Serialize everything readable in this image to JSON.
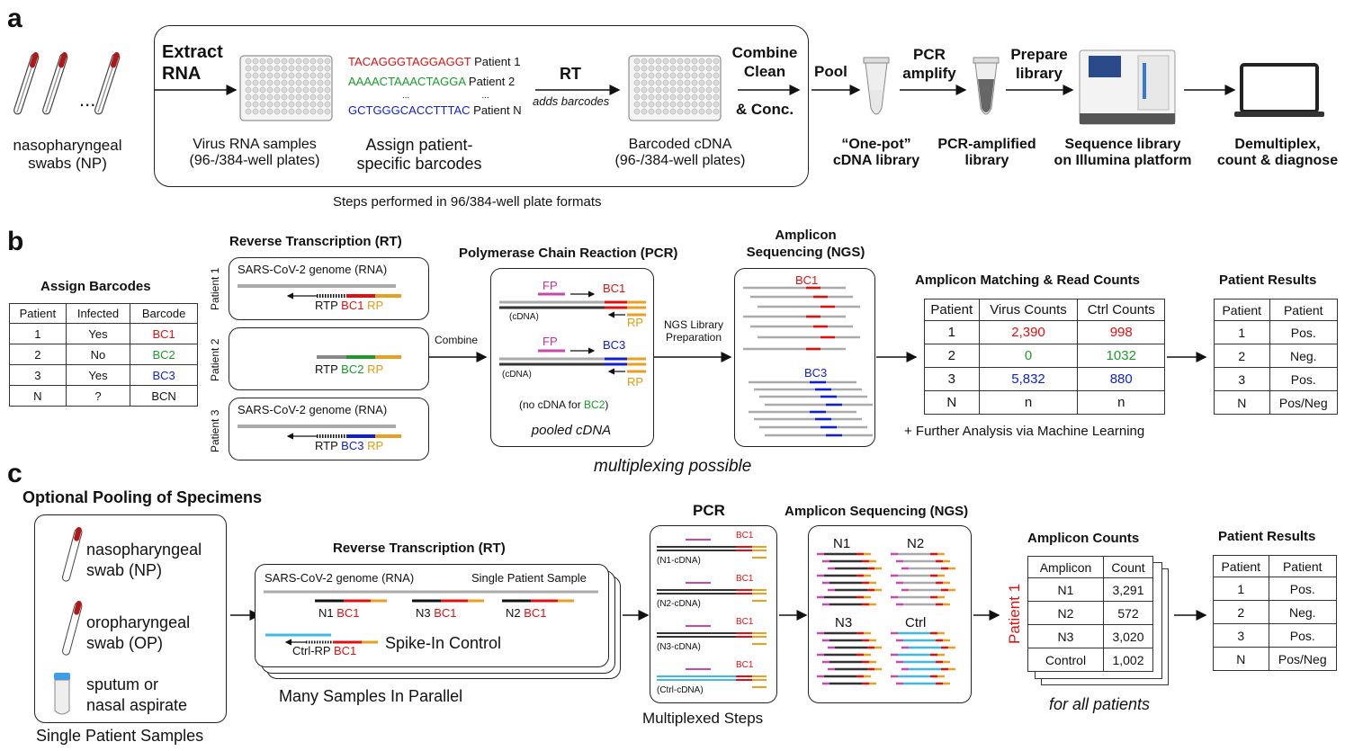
{
  "colors": {
    "red": "#e01010",
    "green": "#1a9a2a",
    "blue": "#1020d0",
    "orange": "#e8a020",
    "magenta": "#c74aa8",
    "cyan": "#40b8e8",
    "gray": "#aaaaaa",
    "dark": "#333333"
  },
  "panel_a": {
    "label": "a",
    "np_label1": "nasopharyngeal",
    "np_label2": "swabs (NP)",
    "ellipsis": "...",
    "extract1": "Extract",
    "extract2": "RNA",
    "barcodes": [
      {
        "seq": "TACAGGGTAGGAGGT",
        "patient": "Patient 1"
      },
      {
        "seq": "AAAACTAAACTAGGA",
        "patient": "Patient 2"
      },
      {
        "seq": "GCTGGGCACCTTTAC",
        "patient": "Patient N"
      }
    ],
    "dots": "...",
    "rt": "RT",
    "rt_sub": "adds barcodes",
    "virus1": "Virus RNA samples",
    "virus2": "(96-/384-well plates)",
    "assign1": "Assign patient-",
    "assign2": "specific barcodes",
    "barcoded1": "Barcoded cDNA",
    "barcoded2": "(96-/384-well plates)",
    "combine1": "Combine",
    "combine2": "Clean",
    "combine3": "& Conc.",
    "pool": "Pool",
    "pcr1": "PCR",
    "pcr2": "amplify",
    "prep1": "Prepare",
    "prep2": "library",
    "onepot1": "“One-pot”",
    "onepot2": "cDNA library",
    "pcramp1": "PCR-amplified",
    "pcramp2": "library",
    "seq1": "Sequence library",
    "seq2": "on Illumina platform",
    "demux1": "Demultiplex,",
    "demux2": "count & diagnose",
    "steps": "Steps performed in 96/384-well plate formats"
  },
  "panel_b": {
    "label": "b",
    "assign_title": "Assign Barcodes",
    "assign_headers": [
      "Patient",
      "Infected",
      "Barcode"
    ],
    "assign_rows": [
      [
        "1",
        "Yes",
        "BC1"
      ],
      [
        "2",
        "No",
        "BC2"
      ],
      [
        "3",
        "Yes",
        "BC3"
      ],
      [
        "N",
        "?",
        "BCN"
      ]
    ],
    "rt_title": "Reverse Transcription (RT)",
    "patients": [
      "Patient 1",
      "Patient 2",
      "Patient 3"
    ],
    "genome": "SARS-CoV-2 genome (RNA)",
    "rtp": "RTP",
    "rp": "RP",
    "bc1": "BC1",
    "bc2": "BC2",
    "bc3": "BC3",
    "combine": "Combine",
    "pcr_title": "Polymerase Chain Reaction (PCR)",
    "fp": "FP",
    "cdna": "(cDNA)",
    "no_cdna_a": "(no cDNA for ",
    "no_cdna_b": "BC2",
    ")": ")",
    "pooled": "pooled cDNA",
    "ngs_prep1": "NGS Library",
    "ngs_prep2": "Preparation",
    "amp_title1": "Amplicon",
    "amp_title2": "Sequencing (NGS)",
    "match_title": "Amplicon Matching & Read Counts",
    "match_headers": [
      "Patient",
      "Virus Counts",
      "Ctrl Counts"
    ],
    "match_rows": [
      [
        "1",
        "2,390",
        "998"
      ],
      [
        "2",
        "0",
        "1032"
      ],
      [
        "3",
        "5,832",
        "880"
      ],
      [
        "N",
        "n",
        "n"
      ]
    ],
    "further": "+ Further Analysis via Machine Learning",
    "results_title": "Patient Results",
    "results_headers": [
      "Patient",
      "Patient"
    ],
    "results_rows": [
      [
        "1",
        "Pos."
      ],
      [
        "2",
        "Neg."
      ],
      [
        "3",
        "Pos."
      ],
      [
        "N",
        "Pos/Neg"
      ]
    ],
    "multiplex": "multiplexing possible"
  },
  "panel_c": {
    "label": "c",
    "pool_title": "Optional Pooling of Specimens",
    "np1": "nasopharyngeal",
    "np2": "swab (NP)",
    "op1": "oropharyngeal",
    "op2": "swab (OP)",
    "sp1": "sputum or",
    "sp2": "nasal aspirate",
    "single": "Single Patient Samples",
    "rt_title": "Reverse Transcription (RT)",
    "genome": "SARS-CoV-2 genome (RNA)",
    "single_patient": "Single Patient Sample",
    "n1": "N1",
    "n2": "N2",
    "n3": "N3",
    "bc1": "BC1",
    "ctrl_rp": "Ctrl-RP",
    "spike": "Spike-In Control",
    "many": "Many Samples In Parallel",
    "pcr_title": "PCR",
    "pcr_labels": [
      "(N1-cDNA)",
      "(N2-cDNA)",
      "(N3-cDNA)",
      "(Ctrl-cDNA)"
    ],
    "multiplexed": "Multiplexed Steps",
    "amp_title": "Amplicon Sequencing (NGS)",
    "amp_groups": [
      "N1",
      "N2",
      "N3",
      "Ctrl"
    ],
    "counts_title": "Amplicon Counts",
    "counts_headers": [
      "Amplicon",
      "Count"
    ],
    "counts_rows": [
      [
        "N1",
        "3,291"
      ],
      [
        "N2",
        "572"
      ],
      [
        "N3",
        "3,020"
      ],
      [
        "Control",
        "1,002"
      ]
    ],
    "patient1": "Patient 1",
    "for_all": "for all patients",
    "results_title": "Patient Results",
    "results_headers": [
      "Patient",
      "Patient"
    ],
    "results_rows": [
      [
        "1",
        "Pos."
      ],
      [
        "2",
        "Neg."
      ],
      [
        "3",
        "Pos."
      ],
      [
        "N",
        "Pos/Neg"
      ]
    ]
  }
}
